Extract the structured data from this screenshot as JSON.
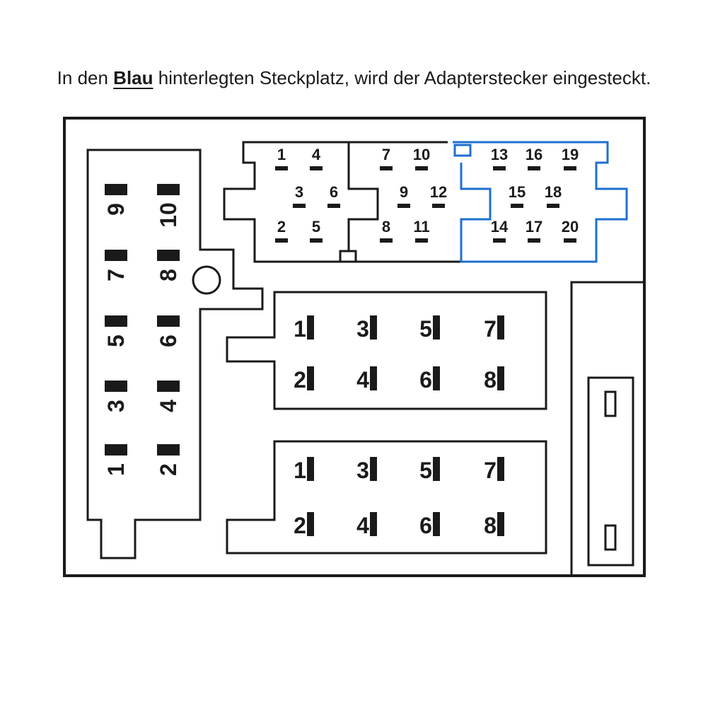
{
  "caption": {
    "before": "In den ",
    "highlight": "Blau",
    "after": " hinterlegten Steckplatz, wird der Adapterstecker eingesteckt."
  },
  "colors": {
    "line": "#1a1a1a",
    "highlight": "#1e6fd0",
    "background": "#ffffff"
  },
  "connectors": {
    "quadlock_left_block": {
      "pins": [
        "1",
        "4",
        "3",
        "6",
        "2",
        "5"
      ]
    },
    "quadlock_middle_block": {
      "pins": [
        "7",
        "10",
        "9",
        "12",
        "8",
        "11"
      ]
    },
    "quadlock_blue_block": {
      "pins": [
        "13",
        "16",
        "19",
        "15",
        "18",
        "14",
        "17",
        "20"
      ]
    },
    "vertical_block": {
      "pins": [
        "9",
        "10",
        "7",
        "8",
        "5",
        "6",
        "3",
        "4",
        "1",
        "2"
      ]
    },
    "iso_upper": {
      "pins": [
        "1",
        "3",
        "5",
        "7",
        "2",
        "4",
        "6",
        "8"
      ]
    },
    "iso_lower": {
      "pins": [
        "1",
        "3",
        "5",
        "7",
        "2",
        "4",
        "6",
        "8"
      ]
    }
  }
}
